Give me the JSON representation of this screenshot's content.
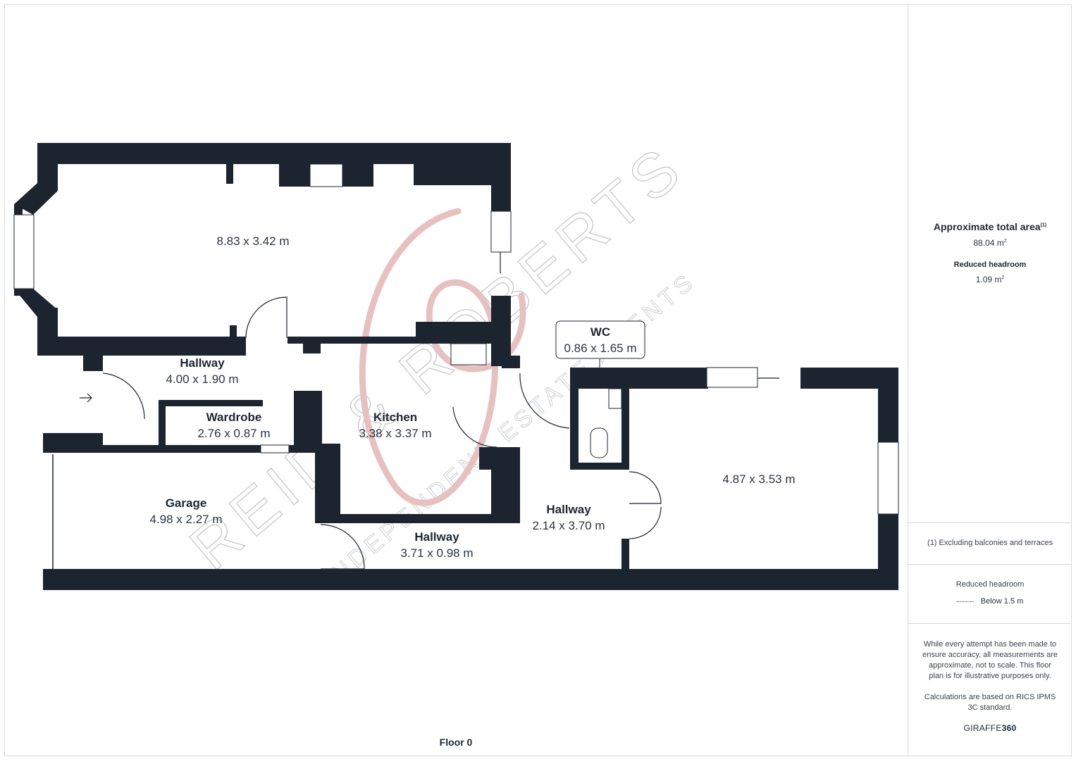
{
  "plan": {
    "floor_label": "Floor 0",
    "watermark": {
      "main": "REID & ROBERTS",
      "sub": "INDEPENDENT ESTATE AGENTS"
    },
    "rooms": [
      {
        "id": "lounge",
        "name": "",
        "dims": "8.83 x 3.42 m"
      },
      {
        "id": "hallway-1",
        "name": "Hallway",
        "dims": "4.00 x 1.90 m"
      },
      {
        "id": "wardrobe",
        "name": "Wardrobe",
        "dims": "2.76 x 0.87 m"
      },
      {
        "id": "kitchen",
        "name": "Kitchen",
        "dims": "3.38 x 3.37 m"
      },
      {
        "id": "wc",
        "name": "WC",
        "dims": "0.86 x 1.65 m"
      },
      {
        "id": "garage",
        "name": "Garage",
        "dims": "4.98 x 2.27 m"
      },
      {
        "id": "hallway-2",
        "name": "Hallway",
        "dims": "3.71 x 0.98 m"
      },
      {
        "id": "hallway-3",
        "name": "Hallway",
        "dims": "2.14 x 3.70 m"
      },
      {
        "id": "room-right",
        "name": "",
        "dims": "4.87 x 3.53 m"
      }
    ],
    "colors": {
      "wall": "#1c2430",
      "watermark": "#d99a9a",
      "watermark_grey": "#b9bcc0"
    }
  },
  "sidebar": {
    "total_area_title": "Approximate total area",
    "total_area_note_mark": "(1)",
    "total_area_value": "88.04 m",
    "total_area_unit_sup": "2",
    "reduced_headroom_title": "Reduced headroom",
    "reduced_headroom_value": "1.09 m",
    "reduced_headroom_unit_sup": "2",
    "footnote": "(1) Excluding balconies and terraces",
    "legend_title": "Reduced headroom",
    "legend_item": "Below 1.5 m",
    "disclaimer": "While every attempt has been made to ensure accuracy, all measurements are approximate, not to scale. This floor plan is for illustrative purposes only.",
    "calc_note": "Calculations are based on RICS IPMS 3C standard.",
    "brand_prefix": "GIRAFFE",
    "brand_suffix": "360"
  }
}
